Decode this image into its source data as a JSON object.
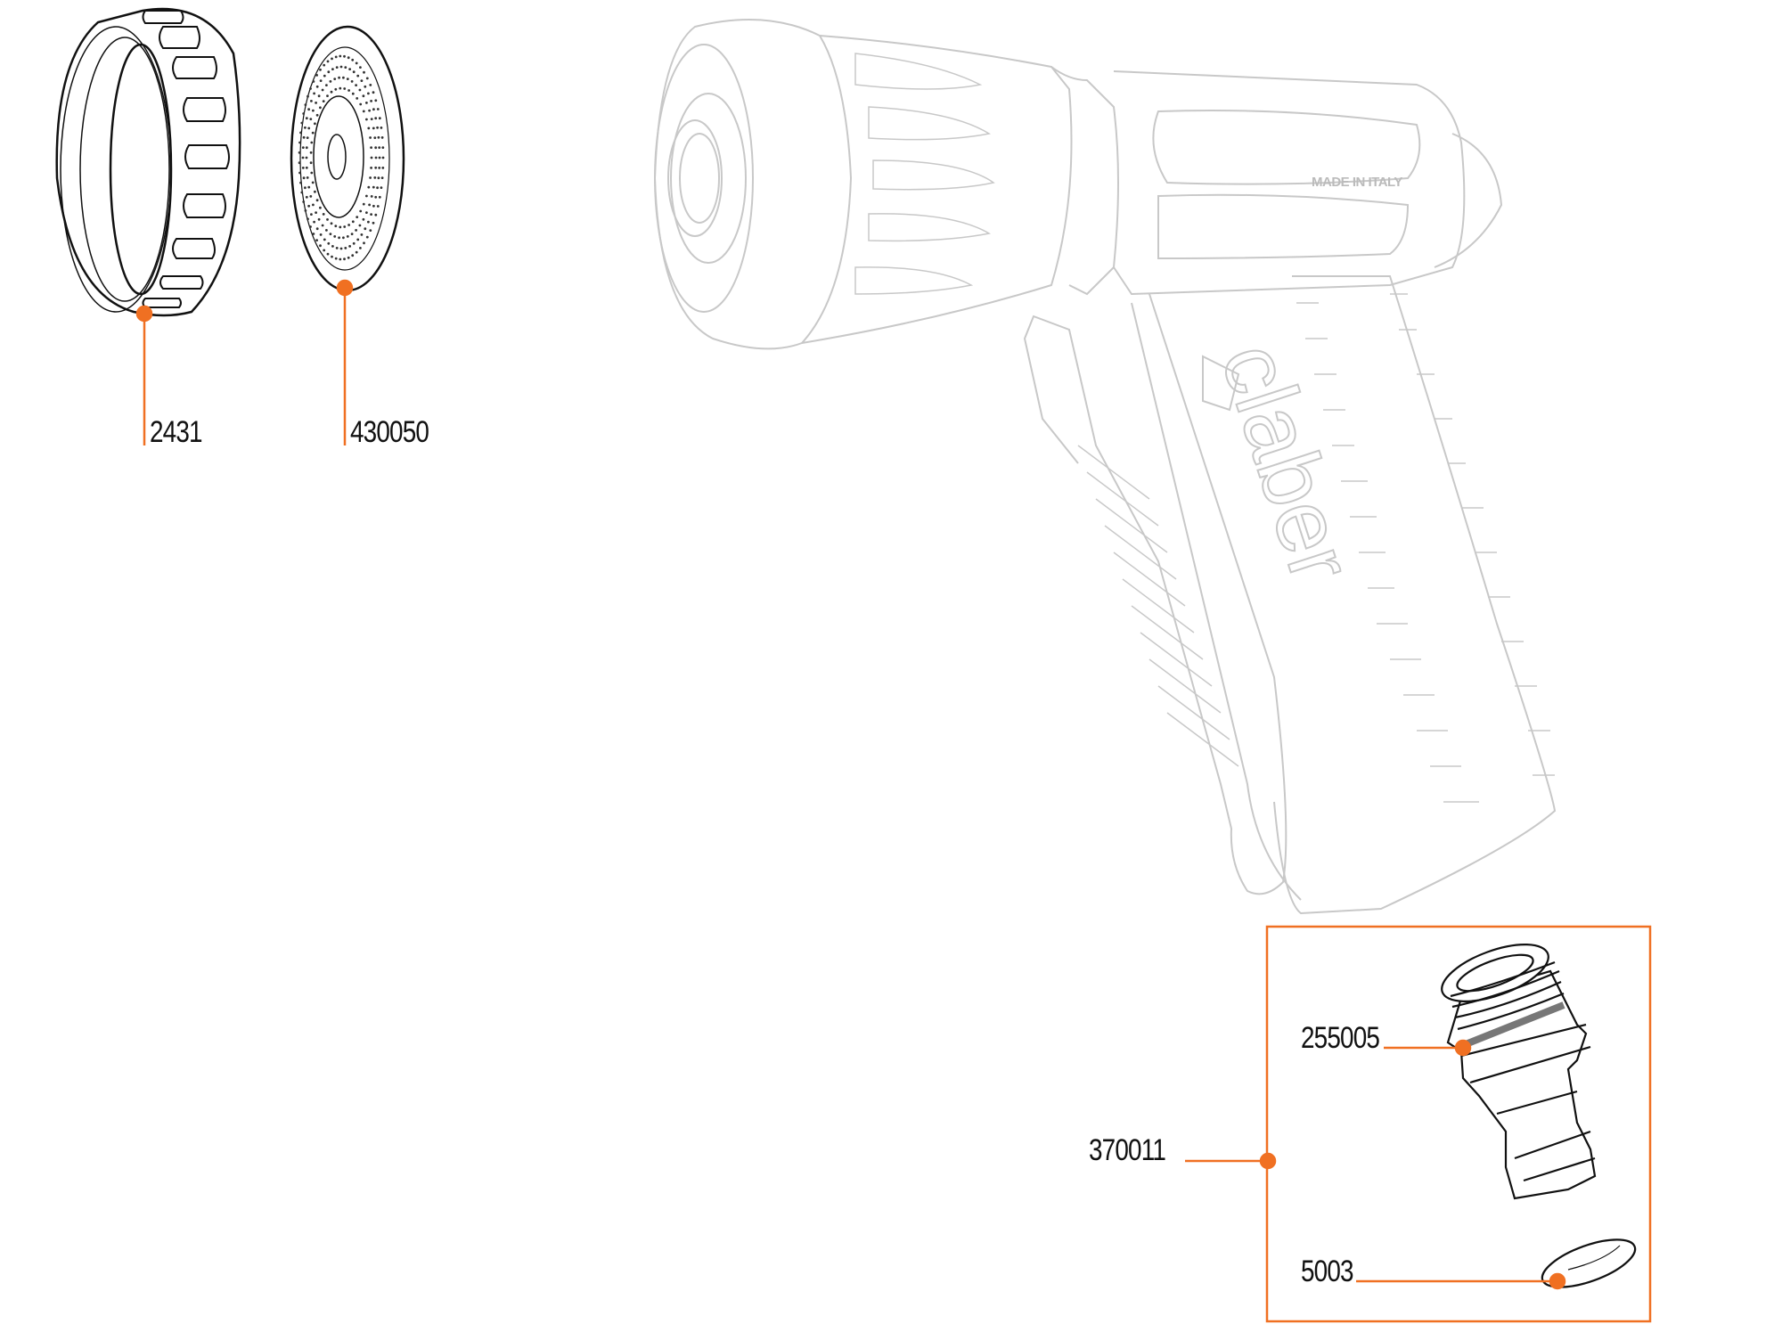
{
  "diagram": {
    "accent_color": "#f07022",
    "gun": {
      "imprint": "MADE IN ITALY",
      "logo": "claber"
    },
    "parts": [
      {
        "code": "2431",
        "part": "ring-nut"
      },
      {
        "code": "430050",
        "part": "spray-disc"
      },
      {
        "code": "370011",
        "part": "adapter-kit"
      },
      {
        "code": "255005",
        "part": "threaded-adapter"
      },
      {
        "code": "5003",
        "part": "o-ring"
      }
    ]
  }
}
